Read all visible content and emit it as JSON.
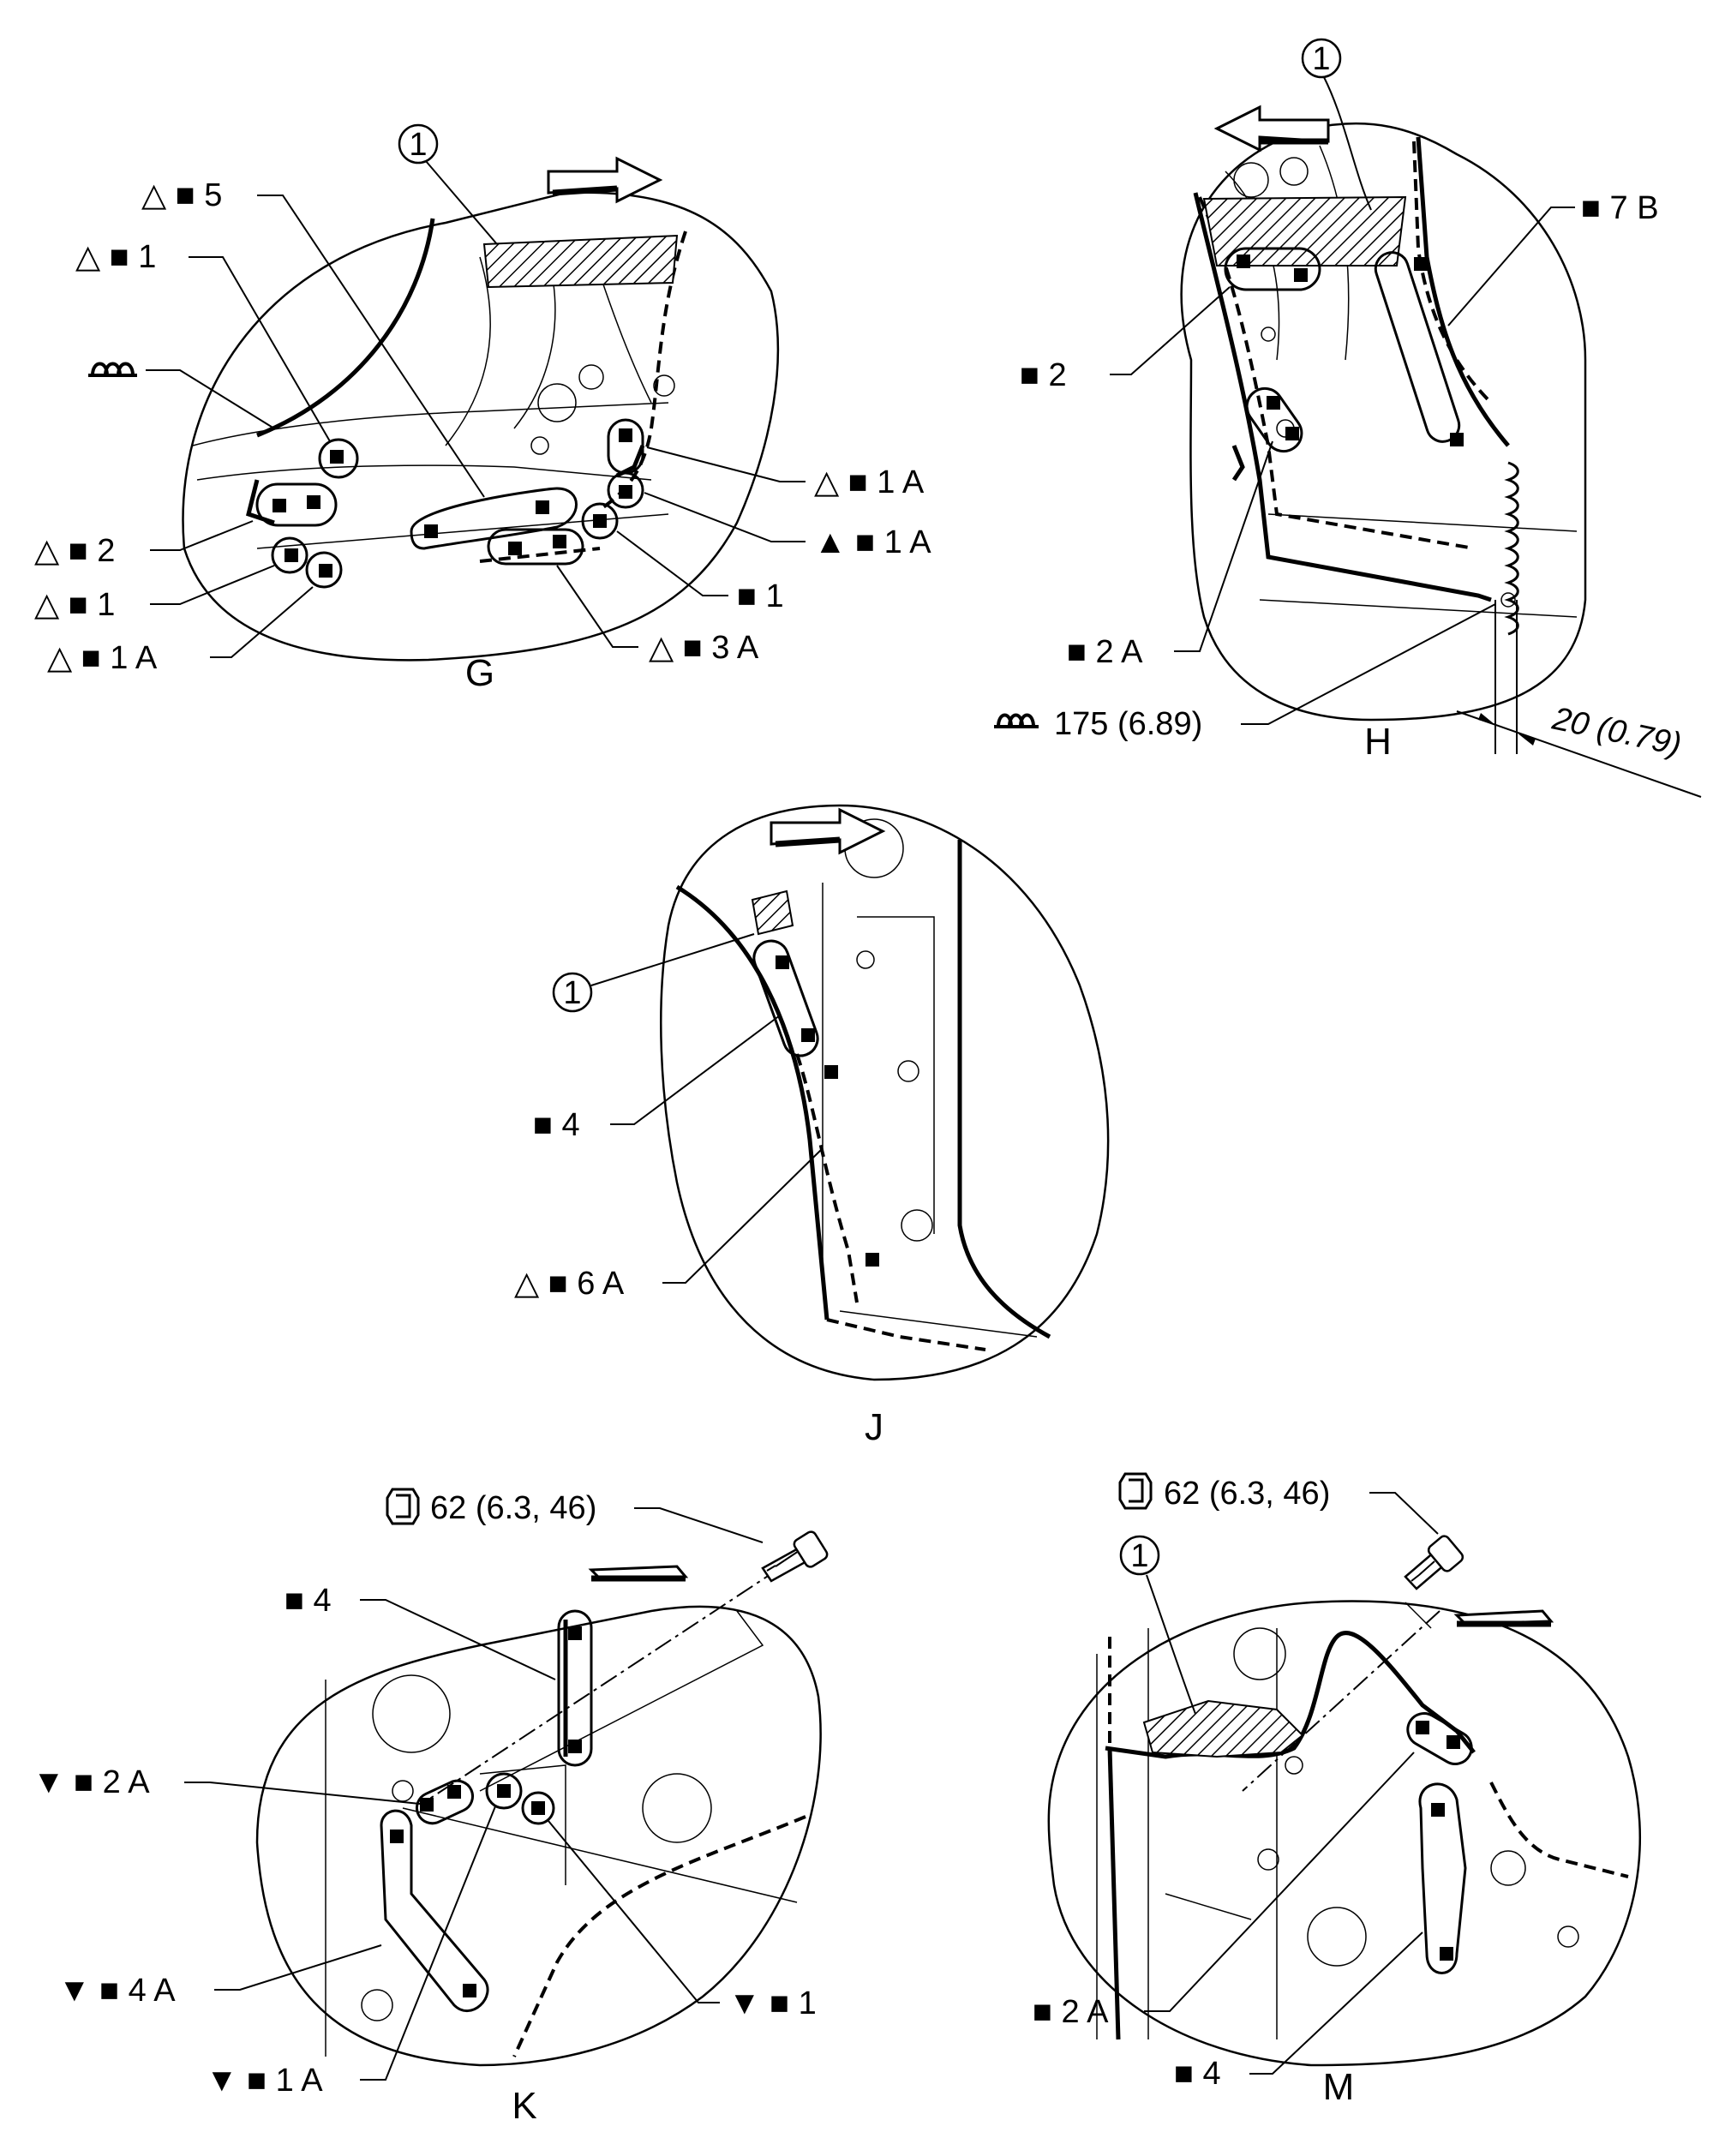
{
  "callouts": {
    "g_tri_5": "△ ■ 5",
    "g_tri_1_top": "△ ■ 1",
    "g_tri_2": "△ ■ 2",
    "g_tri_1_low": "△ ■ 1",
    "g_tri_1a_low": "△ ■ 1 A",
    "g_tri_1a_right": "△ ■ 1 A",
    "g_solid_tri_1a": "▲ ■ 1 A",
    "g_sq_1": "■ 1",
    "g_tri_3a": "△ ■ 3 A",
    "h_sq_7b": "■ 7 B",
    "h_sq_2": "■ 2",
    "h_sq_2a": "■ 2 A",
    "h_seal_175": "175 (6.89)",
    "h_dim_20": "20 (0.79)",
    "j_sq_4": "■ 4",
    "j_tri_6a": "△ ■ 6 A",
    "k_torque": "62 (6.3, 46)",
    "k_sq_4": "■ 4",
    "k_inv_2a": "▼ ■ 2 A",
    "k_inv_4a": "▼ ■ 4 A",
    "k_inv_1a": "▼ ■ 1 A",
    "k_inv_1": "▼ ■ 1",
    "m_torque": "62 (6.3, 46)",
    "m_sq_2a": "■ 2 A",
    "m_sq_4": "■ 4"
  },
  "part_numbers": {
    "g": "1",
    "h": "1",
    "j": "1",
    "m": "1"
  },
  "views": {
    "g": "G",
    "h": "H",
    "j": "J",
    "k": "K",
    "m": "M"
  },
  "icons": {
    "sealer": "sealer-icon",
    "torque": "torque-wrench-icon",
    "front_arrow": "front-direction-arrow-icon",
    "bolt": "bolt-icon",
    "spot_weld": "spot-weld-square-icon",
    "part_number": "circled-part-number-icon"
  }
}
